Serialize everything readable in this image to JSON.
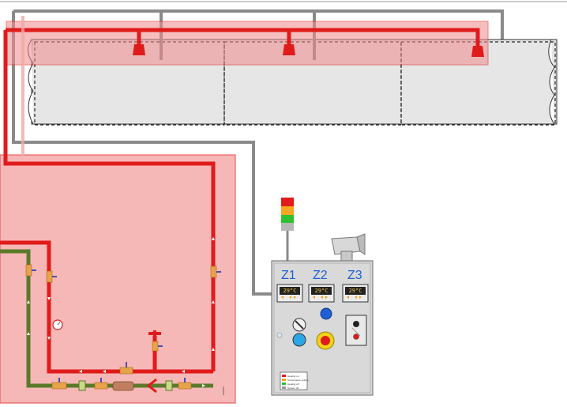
{
  "panel": {
    "zones": [
      {
        "label": "Z1",
        "value": "29°C"
      },
      {
        "label": "Z2",
        "value": "29°C"
      },
      {
        "label": "Z3",
        "value": "29°C"
      }
    ],
    "legend": [
      {
        "color": "#e01b1b",
        "text": "Heating on"
      },
      {
        "color": "#f5a623",
        "text": "Temperature setting"
      },
      {
        "color": "#2fbf2f",
        "text": "Heating off"
      },
      {
        "color": "#9a9a9a",
        "text": "System off"
      }
    ]
  },
  "signal_tower": {
    "colors": [
      "#e01b1b",
      "#f5a623",
      "#2fbf2f",
      "#b8b8b8"
    ]
  },
  "colors": {
    "heated_zone": "#f4a6a6",
    "hot_pipe": "#e01b1b",
    "supply_pipe": "#5a7a2a",
    "air_pipe": "#8a8a8a",
    "valve": "#e8a24a"
  }
}
